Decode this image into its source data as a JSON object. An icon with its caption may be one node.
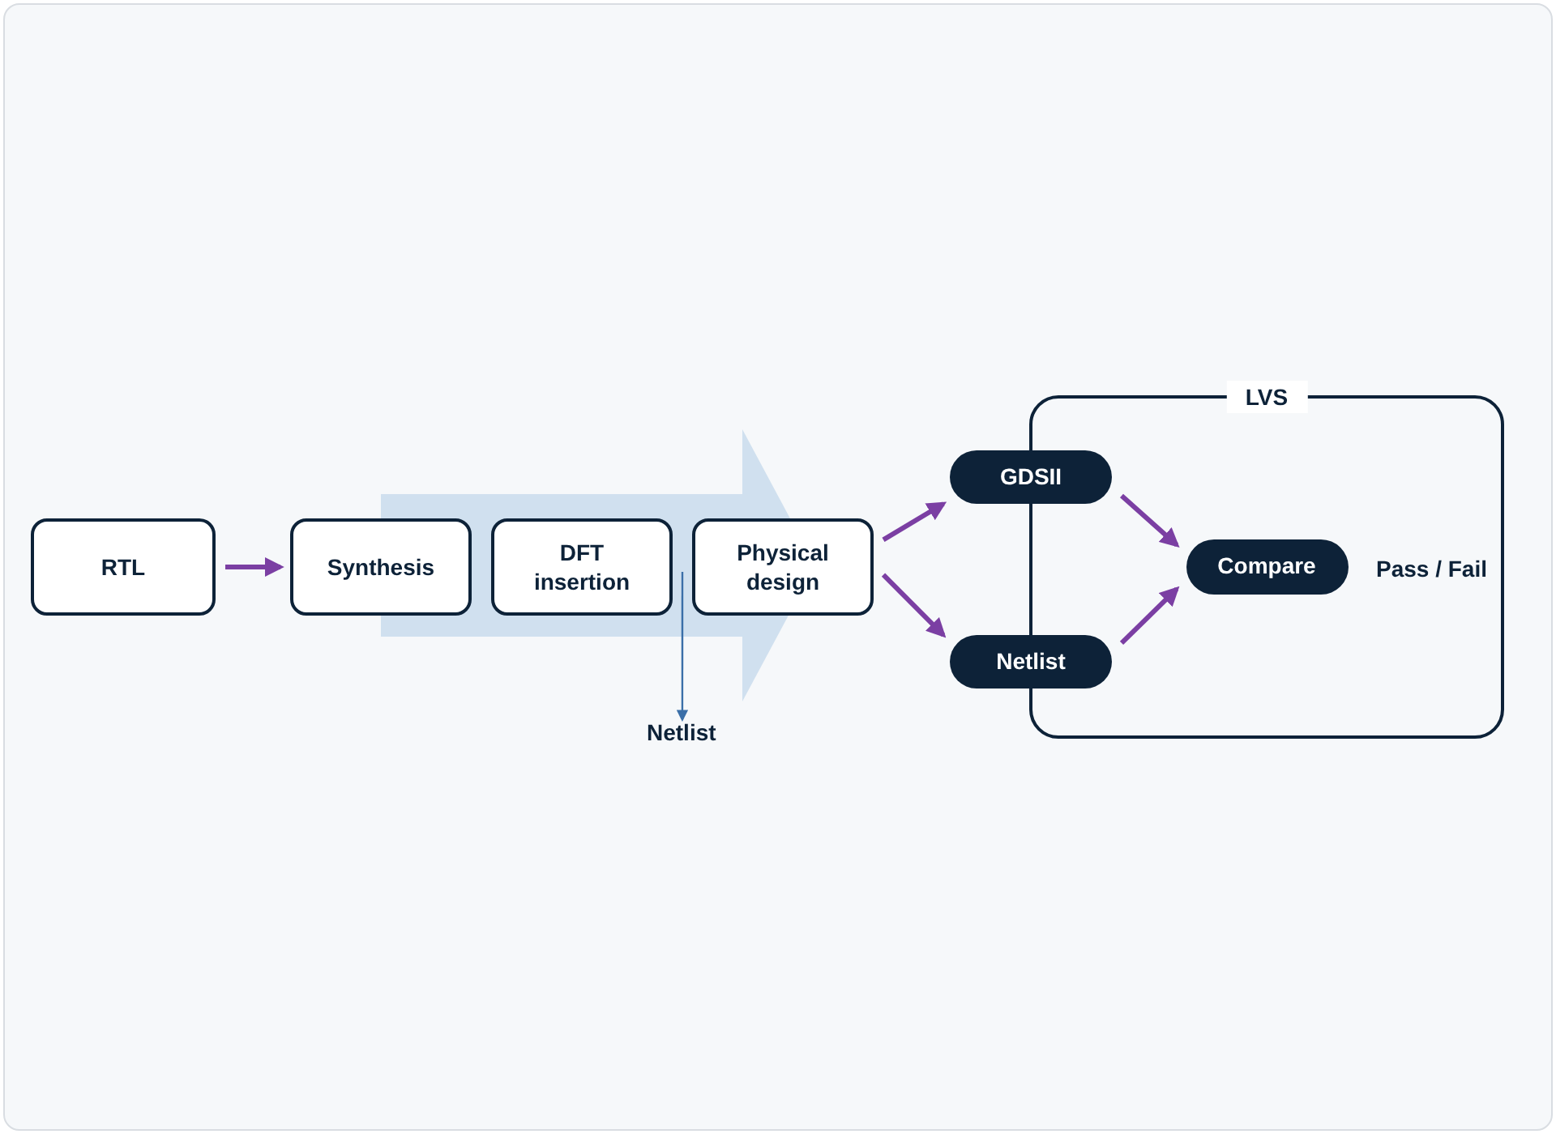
{
  "diagram": {
    "nodes": [
      {
        "text": [
          "RTL"
        ]
      },
      {
        "text": [
          "Synthesis"
        ]
      },
      {
        "text": [
          "DFT insertion"
        ]
      },
      {
        "text": [
          "Physical design"
        ]
      },
      {
        "text": [
          "Netlist"
        ]
      },
      {
        "text": [
          "LVS"
        ]
      },
      {
        "text": [
          "GDSII"
        ]
      },
      {
        "text": [
          "Netlist"
        ]
      },
      {
        "text": [
          "Compare"
        ],
        "in": 5
      }
    ],
    "edges": [
      {
        "from": 0,
        "to": 1,
        "arrow": "to"
      },
      {
        "from": 2,
        "to": 4,
        "arrow": "to",
        "color": "#3b6fa8"
      },
      {
        "from": 3,
        "to": 6,
        "arrow": "to"
      },
      {
        "from": 3,
        "to": 7,
        "arrow": "to"
      },
      {
        "from": 6,
        "to": 8,
        "arrow": "to"
      },
      {
        "from": 7,
        "to": 8,
        "arrow": "to"
      }
    ],
    "labels": [
      "Pass / Fail"
    ]
  }
}
